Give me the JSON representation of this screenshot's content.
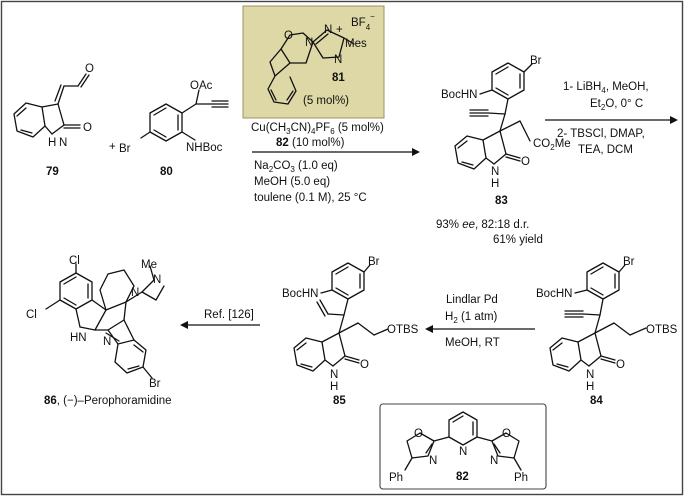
{
  "colors": {
    "catalyst_box_fill": "#ded7a6",
    "catalyst_box_stroke": "#9c9362",
    "frame": "#444444",
    "text": "#111111"
  },
  "compounds": {
    "c79": {
      "id": "79",
      "atoms": {
        "o_carbonyl": "O",
        "o_lactam": "O",
        "nh": "H",
        "n": "N"
      }
    },
    "c80": {
      "id": "80",
      "atoms": {
        "br": "Br",
        "oac": "OAc",
        "nhboc": "NHBoc"
      }
    },
    "c81": {
      "id": "81",
      "atoms": {
        "bf4": "BF",
        "bf4_sub": "4",
        "minus": "−",
        "o": "O",
        "n1": "N",
        "n2": "N",
        "plus": "+",
        "mes": "Mes",
        "n3": "N"
      }
    },
    "c83": {
      "id": "83",
      "atoms": {
        "br": "Br",
        "bochn": "BocHN",
        "co2me": "CO",
        "co2me_sub": "2",
        "me": "Me",
        "o": "O",
        "n": "N",
        "h": "H"
      }
    },
    "c84": {
      "id": "84",
      "atoms": {
        "br": "Br",
        "bochn": "BocHN",
        "otbs": "OTBS",
        "o": "O",
        "n": "N",
        "h": "H"
      }
    },
    "c85": {
      "id": "85",
      "atoms": {
        "br": "Br",
        "bochn": "BocHN",
        "otbs": "OTBS",
        "o": "O",
        "n": "N",
        "h": "H"
      }
    },
    "c86": {
      "id": "86",
      "name": ", (−)–Perophoramidine",
      "atoms": {
        "cl1": "Cl",
        "cl2": "Cl",
        "me": "Me",
        "n1": "N",
        "n2": "N",
        "hn": "HN",
        "n3": "N",
        "br": "Br"
      }
    },
    "c82": {
      "id": "82",
      "atoms": {
        "o1": "O",
        "o2": "O",
        "n1": "N",
        "n2": "N",
        "n3": "N",
        "ph1": "Ph",
        "ph2": "Ph"
      }
    }
  },
  "catalyst_loading": "(5 mol%)",
  "step1_conditions": {
    "line1": "Cu(CH3CN)4PF6 (5 mol%)",
    "l1a": "Cu(CH",
    "l1b": "3",
    "l1c": "CN)",
    "l1d": "4",
    "l1e": "PF",
    "l1f": "6",
    "l1g": " (5 mol%)",
    "l2a": "82",
    "l2b": " (10 mol%)",
    "l3a": "Na",
    "l3b": "2",
    "l3c": "CO",
    "l3d": "3",
    "l3e": " (1.0 eq)",
    "line4": "MeOH (5.0 eq)",
    "line5": "toulene (0.1 M), 25 °C"
  },
  "result_83": {
    "ee_val": "93% ",
    "ee_lbl": "ee",
    "rest": ", 82:18 d.r.",
    "yield": "61% yield"
  },
  "step2_conditions": {
    "line1": "1- LiBH4, MeOH,",
    "l1a": "1- LiBH",
    "l1b": "4",
    "l1c": ", MeOH,",
    "l2a": "Et",
    "l2b": "2",
    "l2c": "O, 0° C",
    "line3": "2- TBSCl, DMAP,",
    "line4": "TEA, DCM"
  },
  "step3_conditions": {
    "line1": "Lindlar Pd",
    "l2a": "H",
    "l2b": "2",
    "l2c": " (1 atm)",
    "line3": "MeOH, RT"
  },
  "step4_conditions": {
    "line1": "Ref. [126]"
  }
}
